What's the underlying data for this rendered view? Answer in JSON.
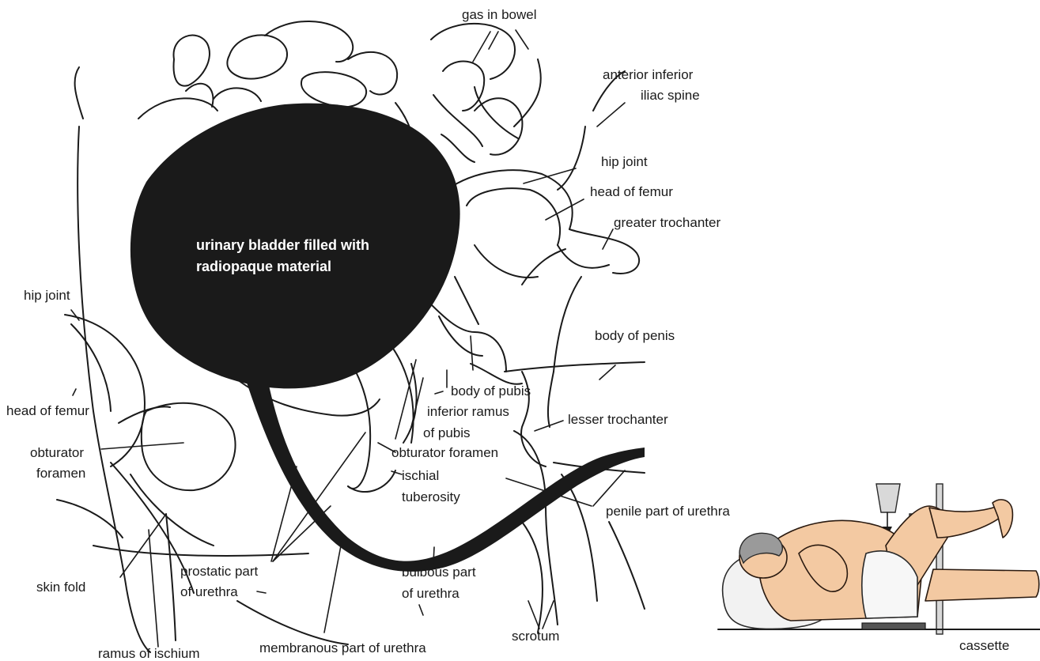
{
  "bladder_label": {
    "line1": "urinary bladder filled with",
    "line2": "radiopaque material"
  },
  "labels": {
    "gas_in_bowel": "gas in bowel",
    "anterior_inferior_iliac_spine_1": "anterior inferior",
    "anterior_inferior_iliac_spine_2": "iliac spine",
    "hip_joint_right": "hip joint",
    "head_of_femur_right": "head of femur",
    "greater_trochanter": "greater trochanter",
    "hip_joint_left": "hip joint",
    "body_of_penis": "body of penis",
    "body_of_pubis": "body of pubis",
    "inferior_ramus_1": "inferior ramus",
    "inferior_ramus_2": "of pubis",
    "head_of_femur_left": "head of femur",
    "lesser_trochanter": "lesser trochanter",
    "obturator_foramen_left_1": "obturator",
    "obturator_foramen_left_2": "foramen",
    "obturator_foramen_mid": "obturator foramen",
    "ischial_tuberosity_1": "ischial",
    "ischial_tuberosity_2": "tuberosity",
    "penile_part_of_urethra": "penile part of urethra",
    "skin_fold": "skin fold",
    "prostatic_part_1": "prostatic part",
    "prostatic_part_2": "of urethra",
    "bulbous_part_1": "bulbous part",
    "bulbous_part_2": "of urethra",
    "scrotum": "scrotum",
    "ramus_of_ischium": "ramus of ischium",
    "membranous_part": "membranous part of urethra",
    "cassette": "cassette"
  },
  "colors": {
    "contrast_fill": "#1a1a1a",
    "line": "#1a1a1a",
    "skin": "#f3c9a2",
    "hair": "#9a9a9a"
  }
}
